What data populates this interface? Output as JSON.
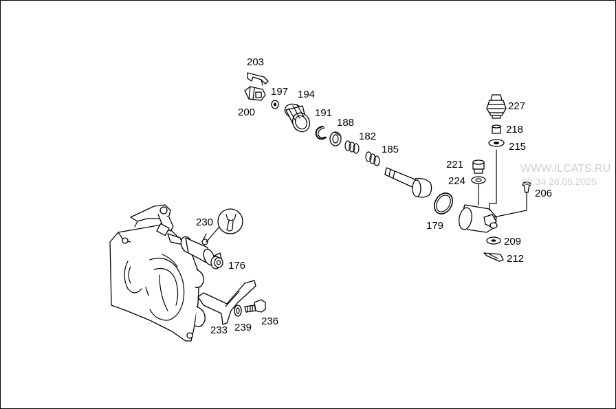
{
  "watermark": {
    "site": "WWW.ILCATS.RU",
    "timestamp": "00:34 26.05.2025"
  },
  "callouts": {
    "p203": "203",
    "p197": "197",
    "p194": "194",
    "p200": "200",
    "p191": "191",
    "p188": "188",
    "p182": "182",
    "p185": "185",
    "p227": "227",
    "p218": "218",
    "p215": "215",
    "p221": "221",
    "p224": "224",
    "p206": "206",
    "p179": "179",
    "p209": "209",
    "p212": "212",
    "p230": "230",
    "p176": "176",
    "p233": "233",
    "p239": "239",
    "p236": "236"
  }
}
